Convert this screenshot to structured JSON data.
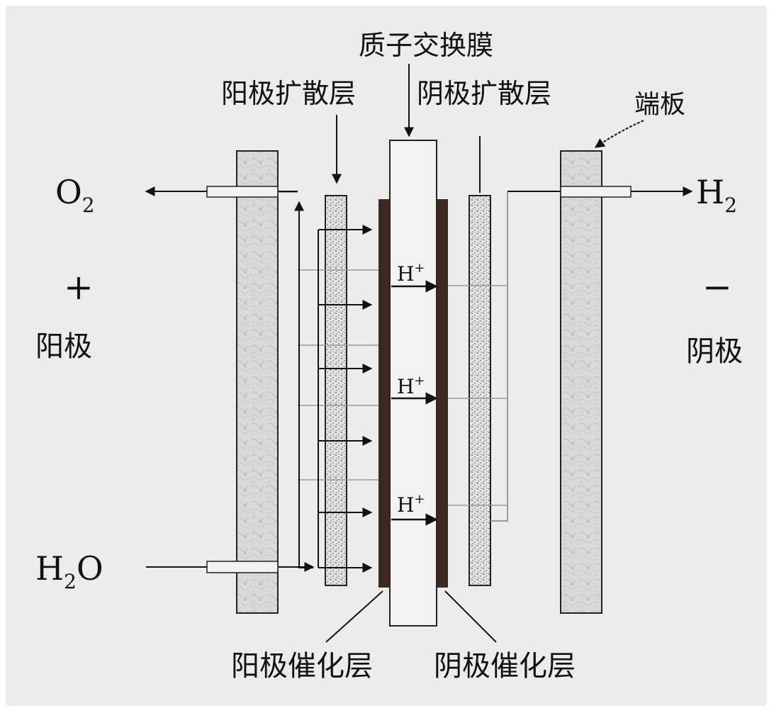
{
  "labels": {
    "membrane": "质子交换膜",
    "anode_diffusion": "阳极扩散层",
    "cathode_diffusion": "阴极扩散层",
    "end_plate": "端板",
    "anode_catalyst": "阳极催化层",
    "cathode_catalyst": "阴极催化层",
    "anode_word": "阳极",
    "cathode_word": "阴极",
    "plus": "+",
    "minus": "−"
  },
  "species": {
    "o2_base": "O",
    "o2_sub": "2",
    "h2_base": "H",
    "h2_sub": "2",
    "h2o_h": "H",
    "h2o_sub": "2",
    "h2o_o": "O",
    "proton_base": "H",
    "proton_sup": "+"
  },
  "colors": {
    "background": "#ececec",
    "catalyst": "#3a2a22",
    "line": "#111111",
    "thin_line": "#9a9a9a"
  }
}
